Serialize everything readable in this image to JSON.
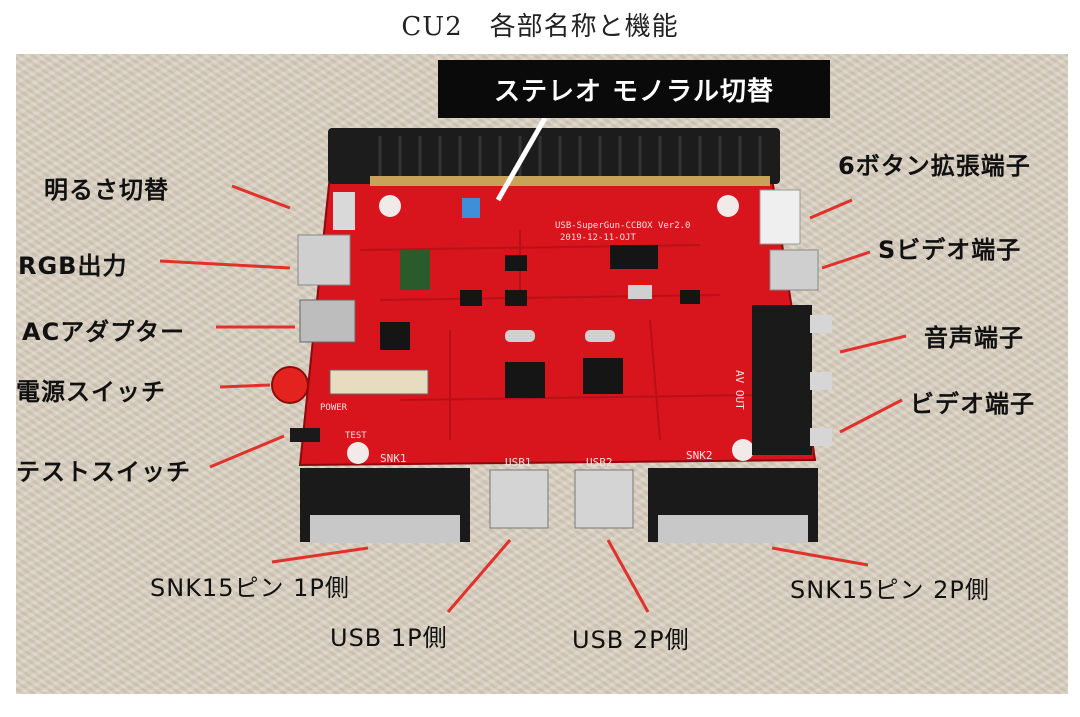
{
  "document": {
    "title": "CU2　各部名称と機能"
  },
  "labels": {
    "stereo_mono": "ステレオ モノラル切替",
    "brightness": "明るさ切替",
    "rgb_out": "RGB出力",
    "ac_adapter": "ACアダプター",
    "power_switch": "電源スイッチ",
    "test_switch": "テストスイッチ",
    "six_button": "6ボタン拡張端子",
    "s_video": "Sビデオ端子",
    "audio": "音声端子",
    "video": "ビデオ端子",
    "snk_1p": "SNK15ピン 1P側",
    "snk_2p": "SNK15ピン 2P側",
    "usb_1p": "USB 1P側",
    "usb_2p": "USB 2P側"
  },
  "board": {
    "silkscreen_title": "USB-SuperGun-CCBOX Ver2.0",
    "silkscreen_date": "2019-12-11-OJT",
    "snk1": "SNK1",
    "snk2": "SNK2",
    "usb1": "USB1",
    "usb2": "USB2",
    "power": "POWER",
    "test": "TEST",
    "av_out": "AV OUT"
  },
  "colors": {
    "pcb_red": "#d8141c",
    "pointer_red": "#e0312a",
    "banner_bg": "#0a0a0a"
  }
}
